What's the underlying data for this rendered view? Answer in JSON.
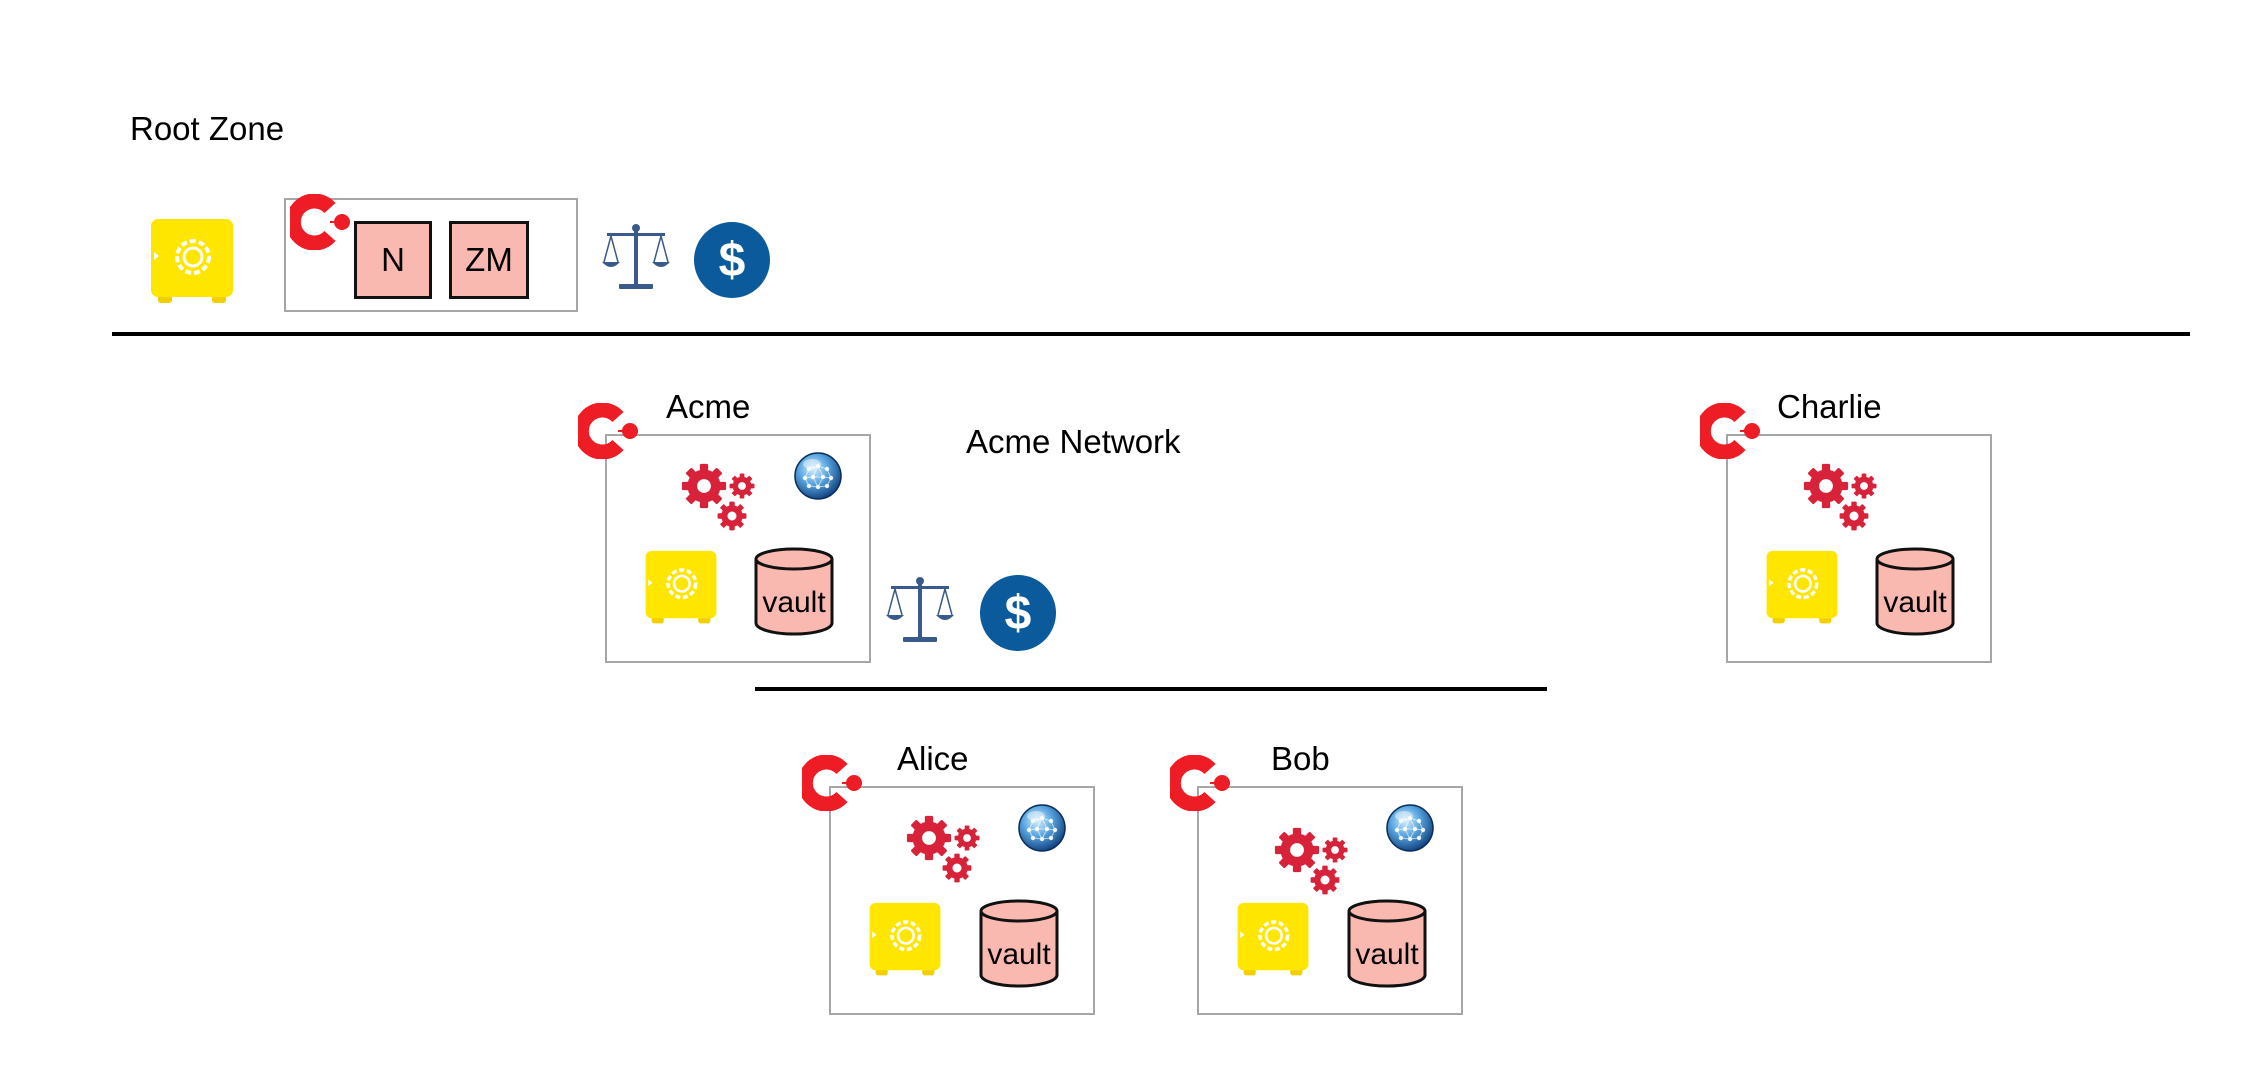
{
  "root_zone": {
    "title": "Root Zone",
    "keys": [
      "N",
      "ZM"
    ]
  },
  "acme": {
    "name": "Acme",
    "network_label": "Acme Network",
    "vault_label": "vault"
  },
  "charlie": {
    "name": "Charlie",
    "vault_label": "vault"
  },
  "alice": {
    "name": "Alice",
    "vault_label": "vault"
  },
  "bob": {
    "name": "Bob",
    "vault_label": "vault"
  },
  "colors": {
    "corda_red": "#ee1c25",
    "gear_red": "#d7223a",
    "safe_yellow": "#ffe600",
    "vault_pink": "#f9b9b0",
    "scale_blue": "#3a5a8c",
    "dollar_blue": "#0a5a9c"
  },
  "icons": [
    "corda-logo-icon",
    "safe-icon",
    "gears-icon",
    "globe-icon",
    "scales-icon",
    "dollar-coin-icon",
    "vault-database-icon"
  ]
}
